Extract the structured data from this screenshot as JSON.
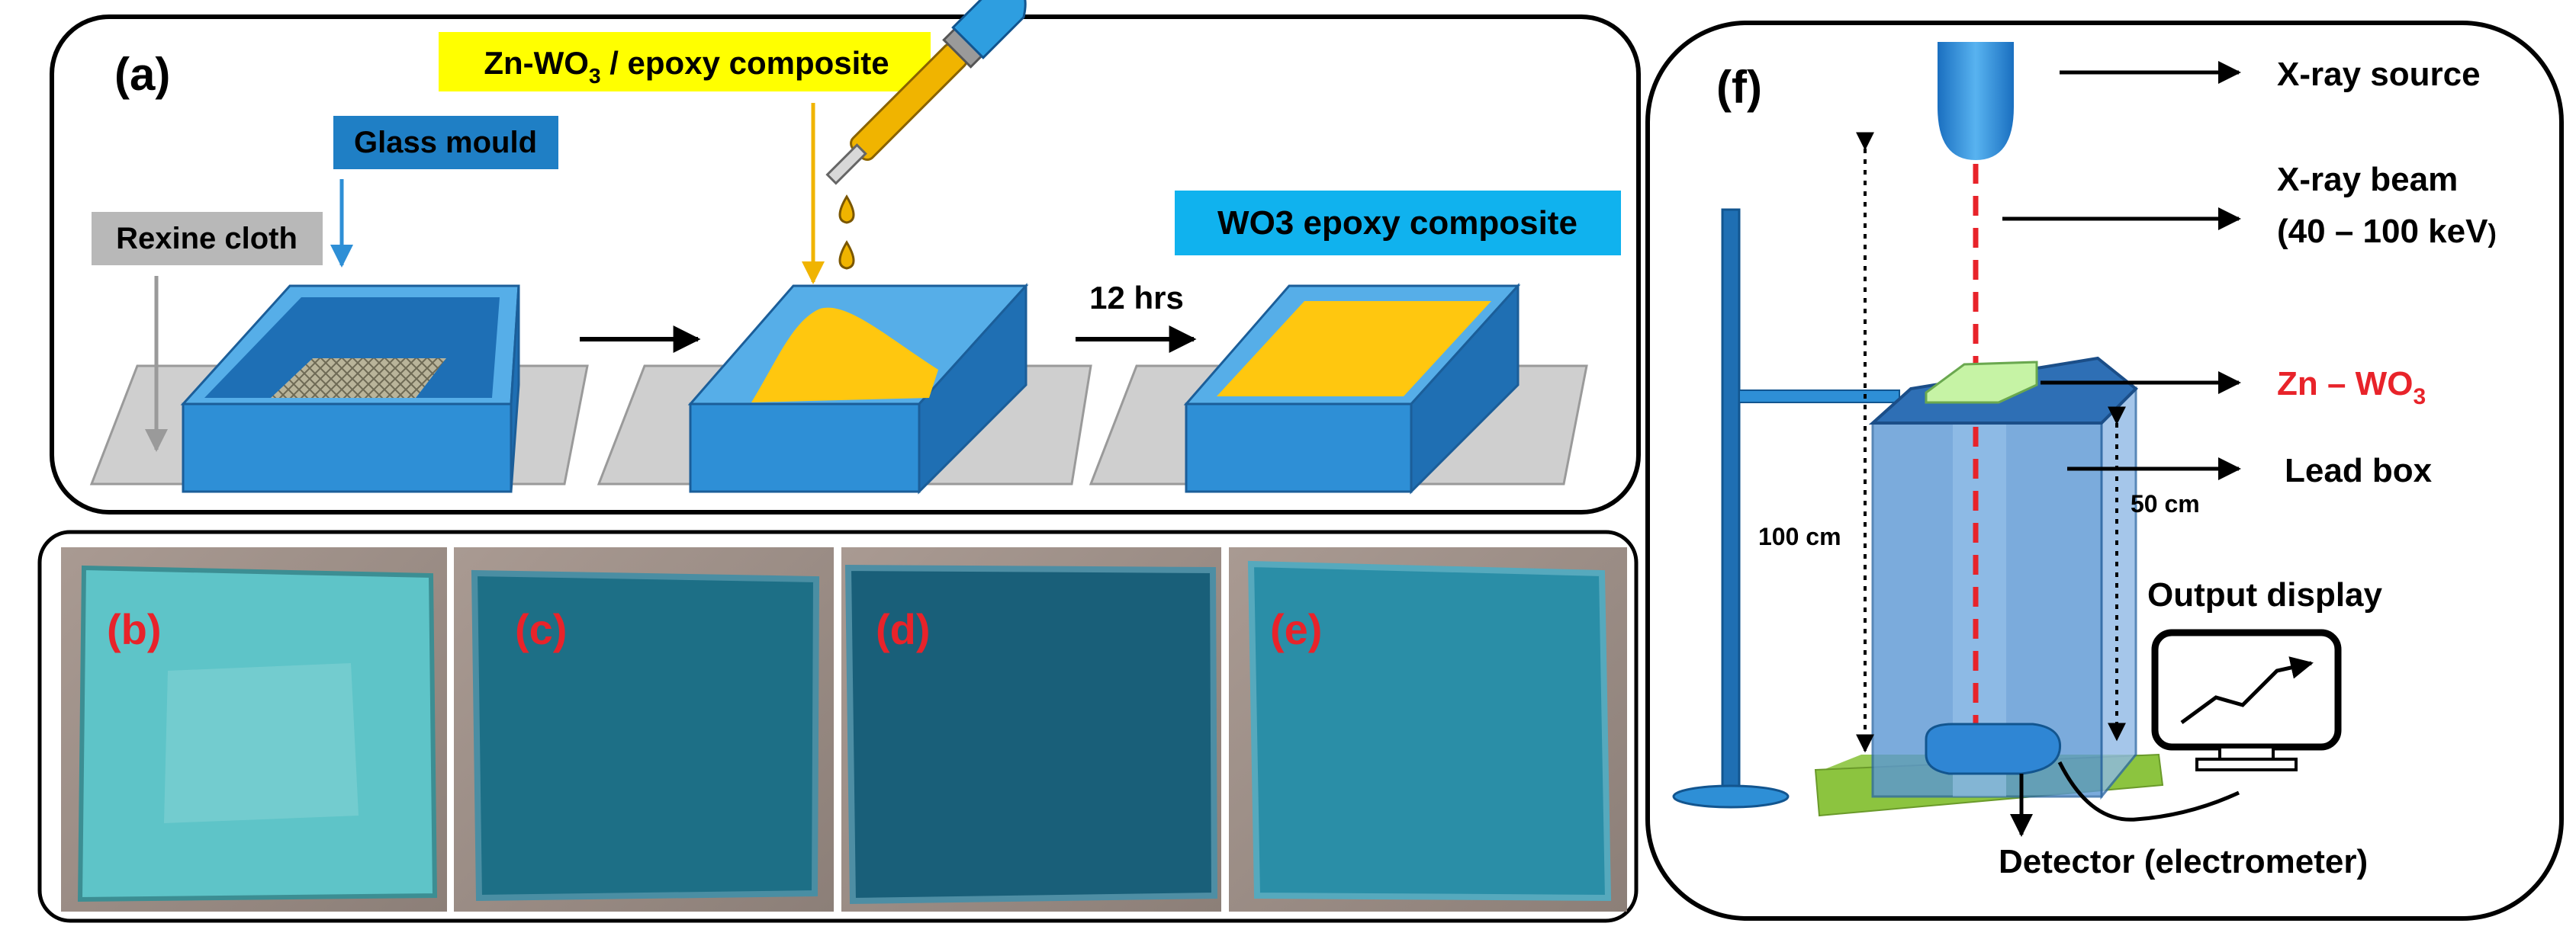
{
  "panel_a": {
    "label": "(a)",
    "glass_mould": "Glass mould",
    "rexine_cloth": "Rexine cloth",
    "composite_prefix": "Zn-WO",
    "composite_sub": "3",
    "composite_suffix": " / epoxy composite",
    "time": "12 hrs",
    "result": "WO3 epoxy composite"
  },
  "samples": {
    "b": "(b)",
    "c": "(c)",
    "d": "(d)",
    "e": "(e)"
  },
  "panel_f": {
    "label": "(f)",
    "xray_source": "X-ray source",
    "xray_beam": "X-ray beam",
    "energy": "(40 – 100 keV",
    "energy_paren": ")",
    "sample_prefix": "Zn – WO",
    "sample_sub": "3",
    "lead_box": "Lead box",
    "dist_100": "100 cm",
    "dist_50": "50 cm",
    "output_display": "Output display",
    "detector": "Detector (electrometer)"
  },
  "colors": {
    "label_red": "#e8232a",
    "mould_blue": "#2e8fd6",
    "fill_yellow": "#ffc70f",
    "highlight_yellow": "#ffff00",
    "tag_blue": "#1f7fc5",
    "tag_cyan": "#10b2ee",
    "tag_gray": "#b8b8b8",
    "sample_light": "#5ec4c8",
    "sample_dark": "#1d6f86"
  }
}
